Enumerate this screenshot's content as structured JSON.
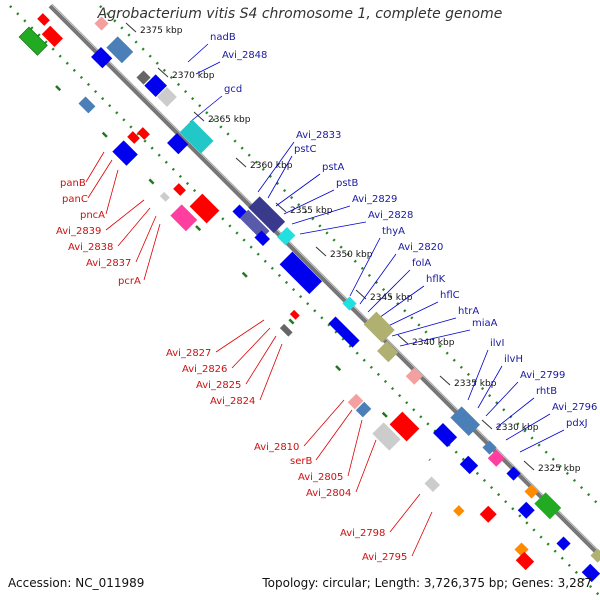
{
  "title": "Agrobacterium vitis S4 chromosome 1, complete genome",
  "footer": {
    "accession": "Accession: NC_011989",
    "topology": "Topology: circular; Length: 3,726,375 bp; Genes: 3,287"
  },
  "colors": {
    "backbone": "#777777",
    "forward_gene": "#0000ee",
    "reverse_gene": "#ff0000",
    "gc_dots": "#228b22",
    "forward_label": "#1a1aa0",
    "reverse_label": "#cc1111"
  },
  "ticks": [
    "2375 kbp",
    "2370 kbp",
    "2365 kbp",
    "2360 kbp",
    "2355 kbp",
    "2350 kbp",
    "2345 kbp",
    "2340 kbp",
    "2335 kbp",
    "2330 kbp",
    "2325 kbp"
  ],
  "forward_labels": [
    "nadB",
    "Avi_2848",
    "gcd",
    "Avi_2833",
    "pstC",
    "pstA",
    "pstB",
    "Avi_2829",
    "Avi_2828",
    "thyA",
    "Avi_2820",
    "folA",
    "hflK",
    "hflC",
    "htrA",
    "miaA",
    "ilvI",
    "ilvH",
    "Avi_2799",
    "rhtB",
    "Avi_2796",
    "pdxJ"
  ],
  "reverse_labels": [
    "panB",
    "panC",
    "pncA",
    "Avi_2839",
    "Avi_2838",
    "Avi_2837",
    "pcrA",
    "Avi_2827",
    "Avi_2826",
    "Avi_2825",
    "Avi_2824",
    "Avi_2810",
    "serB",
    "Avi_2805",
    "Avi_2804",
    "Avi_2798",
    "Avi_2795"
  ]
}
